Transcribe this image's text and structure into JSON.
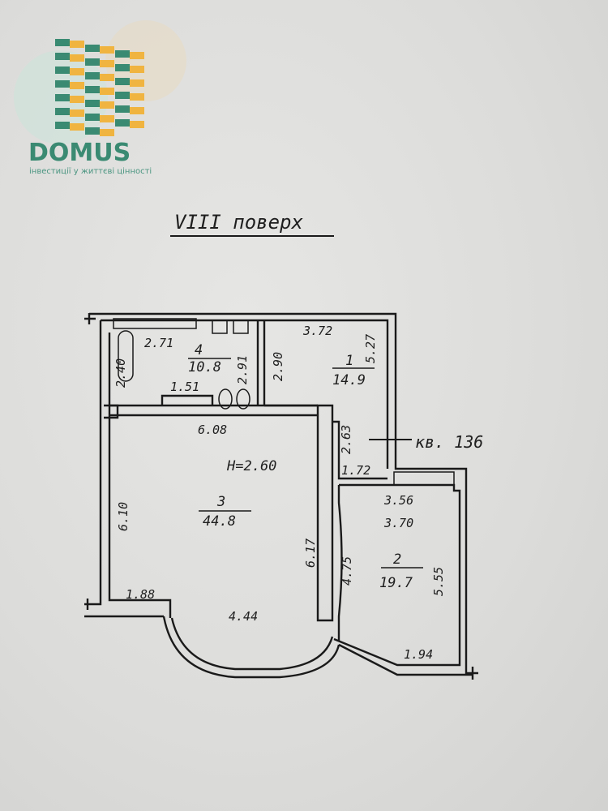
{
  "logo": {
    "brand": "DOMUS",
    "tagline": "інвестиції у життєві цінності",
    "colors": {
      "green": "#3a8a72",
      "yellow": "#f0b440"
    }
  },
  "floor_title": "VIII поверх",
  "apartment_label": "кв. 136",
  "ceiling_height": "H=2.60",
  "rooms": [
    {
      "number": "1",
      "area": "14.9",
      "dims": [
        "3.72",
        "5.27",
        "2.90"
      ]
    },
    {
      "number": "2",
      "area": "19.7",
      "dims": [
        "3.56",
        "3.70",
        "5.55",
        "4.75",
        "1.94"
      ]
    },
    {
      "number": "3",
      "area": "44.8",
      "dims": [
        "6.08",
        "6.10",
        "6.17",
        "1.88",
        "4.44"
      ]
    },
    {
      "number": "4",
      "area": "10.8",
      "dims": [
        "2.71",
        "2.40",
        "1.51",
        "2.91"
      ]
    }
  ],
  "corridor_dims": [
    "2.63",
    "1.72"
  ]
}
